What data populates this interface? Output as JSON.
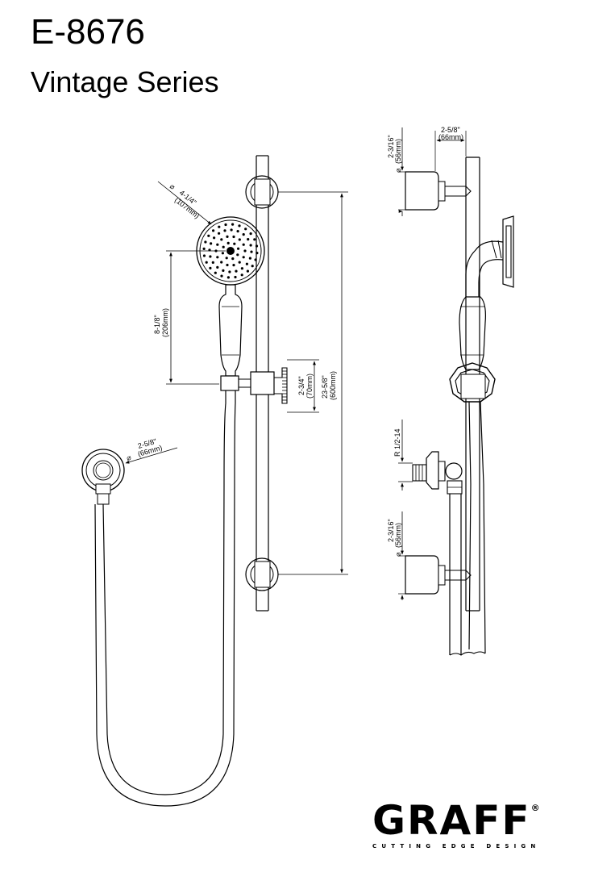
{
  "header": {
    "model": "E-8676",
    "series": "Vintage Series"
  },
  "dimensions": {
    "head_dia_in": "4-1/4\"",
    "head_dia_mm": "(107mm)",
    "outlet_dia_in": "2-5/8\"",
    "outlet_dia_mm": "(66mm)",
    "head_height_in": "8-1/8\"",
    "head_height_mm": "(206mm)",
    "holder_in": "2-3/4\"",
    "holder_mm": "(70mm)",
    "bar_length_in": "23-5/8\"",
    "bar_length_mm": "(600mm)",
    "side_offset_in": "2-5/8\"",
    "side_offset_mm": "(66mm)",
    "bracket_dia_top_in": "2-3/16\"",
    "bracket_dia_top_mm": "(56mm)",
    "thread": "R 1/2-14",
    "bracket_dia_bottom_in": "2-3/16\"",
    "bracket_dia_bottom_mm": "(56mm)",
    "dia_symbol": "⌀"
  },
  "brand": {
    "name": "GRAFF",
    "registered": "®",
    "tagline": "CUTTING EDGE DESIGN"
  }
}
